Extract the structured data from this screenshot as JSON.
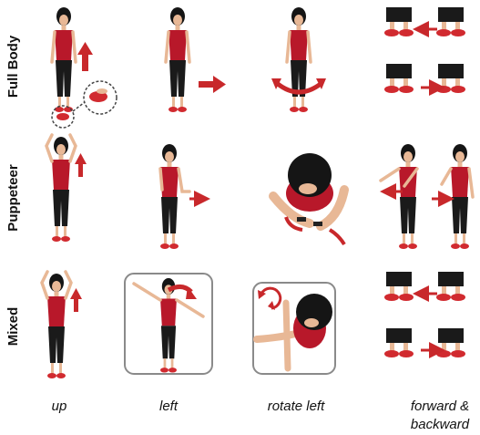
{
  "rows": [
    {
      "label": "Full Body"
    },
    {
      "label": "Puppeteer"
    },
    {
      "label": "Mixed"
    }
  ],
  "columns": [
    {
      "label": "up"
    },
    {
      "label": "left"
    },
    {
      "label": "rotate left"
    },
    {
      "label": "forward &",
      "label2": "backward"
    }
  ],
  "colors": {
    "arrow": "#c8282b",
    "shirt": "#b8182a",
    "pants": "#1a1a1a",
    "skin": "#e8b896",
    "hair": "#151515",
    "shoe": "#d12a2f",
    "frame": "#8a8a8a"
  },
  "icons": [
    "arrow-up-icon",
    "arrow-right-icon",
    "curved-arrow-icon",
    "rotate-arrows-icon",
    "magnifier-circle-icon"
  ]
}
